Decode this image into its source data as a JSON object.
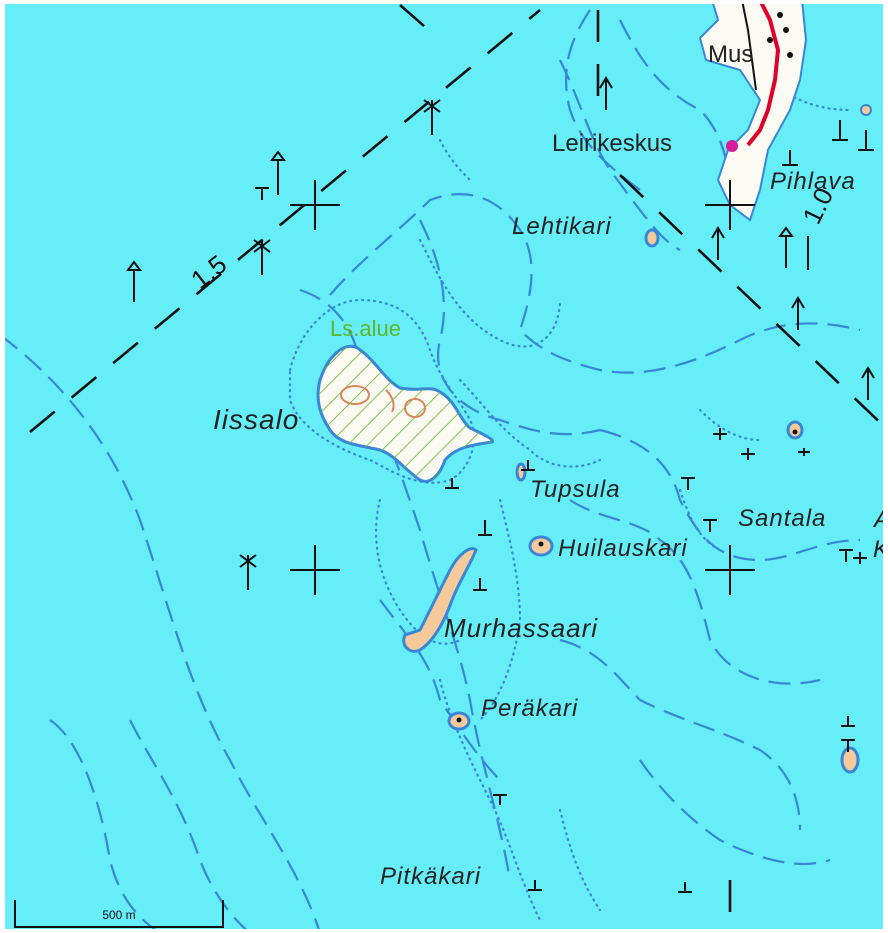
{
  "map": {
    "water_color": "#66eef8",
    "contour_color": "#3a86d6",
    "land_color": "#fbfaf3",
    "road_color": "#e0002a",
    "hatch_color": "#5fb52a",
    "labels": {
      "mus": "Mus",
      "leirikeskus": "Leirikeskus",
      "pihlava": "Pihlava",
      "lehtikari": "Lehtikari",
      "ls_alue": "Ls.alue",
      "iissalo": "Iissalo",
      "tupsula": "Tupsula",
      "santala": "Santala",
      "santala_a": "A",
      "santala_k": "K",
      "huilauskari": "Huilauskari",
      "murhassaari": "Murhassaari",
      "perakari": "Peräkari",
      "pitkakari": "Pitkäkari"
    },
    "depth_labels": {
      "fairway_left": "1.5",
      "fairway_right": "1.0"
    },
    "scale": {
      "label": "500 m"
    }
  }
}
